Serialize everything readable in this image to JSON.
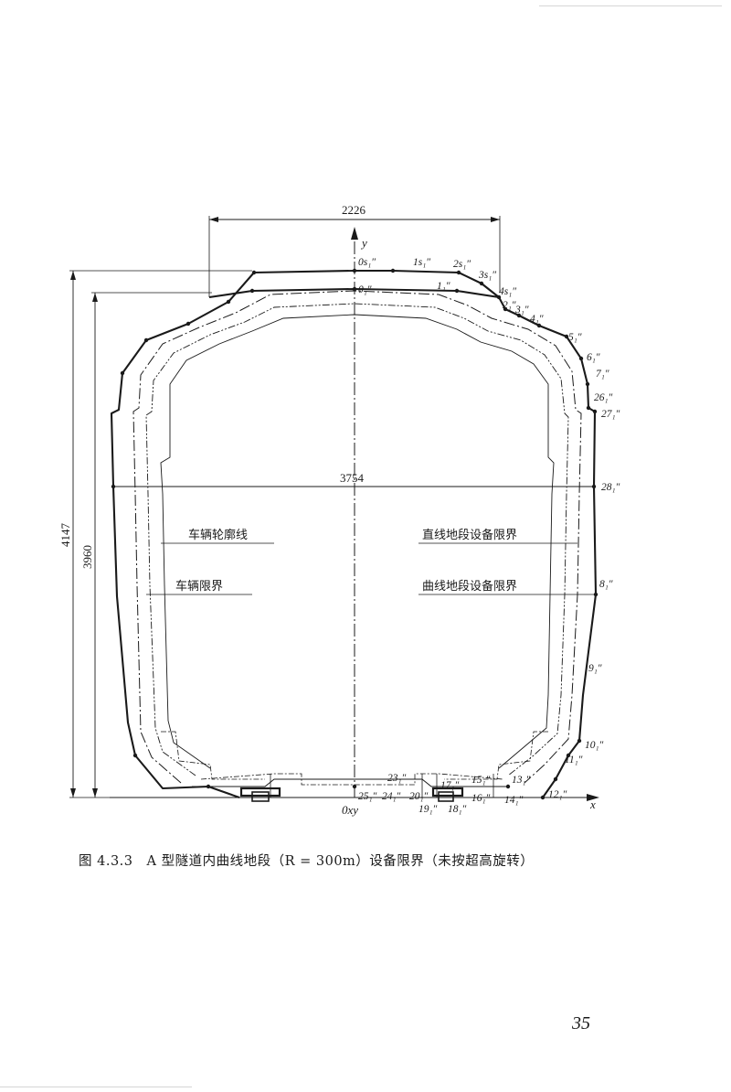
{
  "figure": {
    "dimensions": {
      "width_top": "2226",
      "width_mid": "3754",
      "height_outer": "4147",
      "height_inner": "3960"
    },
    "axes": {
      "y": "y",
      "x": "x",
      "origin": "0xy"
    },
    "legend": {
      "vehicle_profile": "车辆轮廓线",
      "vehicle_gauge": "车辆限界",
      "straight_gauge": "直线地段设备限界",
      "curve_gauge": "曲线地段设备限界"
    },
    "points": {
      "p0s": "0s₁″",
      "p1s": "1s₁″",
      "p2s": "2s₁″",
      "p3s": "3s₁″",
      "p4s": "4s₁″",
      "p0": "0₁″",
      "p1": "1₁″",
      "p2": "2₁″",
      "p3": "3₁″",
      "p4": "4₁″",
      "p5": "5₁″",
      "p6": "6₁″",
      "p7": "7₁″",
      "p26": "26₁″",
      "p27": "27₁″",
      "p28": "28₁″",
      "p8": "8₁″",
      "p9": "9₁″",
      "p10": "10₁″",
      "p11": "11₁″",
      "p12": "12₁″",
      "p13": "13₁″",
      "p14": "14₁″",
      "p15": "15₁″",
      "p16": "16₁″",
      "p17": "17₁″",
      "p18": "18₁″",
      "p19": "19₁″",
      "p20": "20₁″",
      "p23": "23₁″",
      "p24": "24₁″",
      "p25": "25₁″"
    }
  },
  "caption": "图 4.3.3　A 型隧道内曲线地段（R = 300m）设备限界（未按超高旋转）",
  "page_number": "35"
}
